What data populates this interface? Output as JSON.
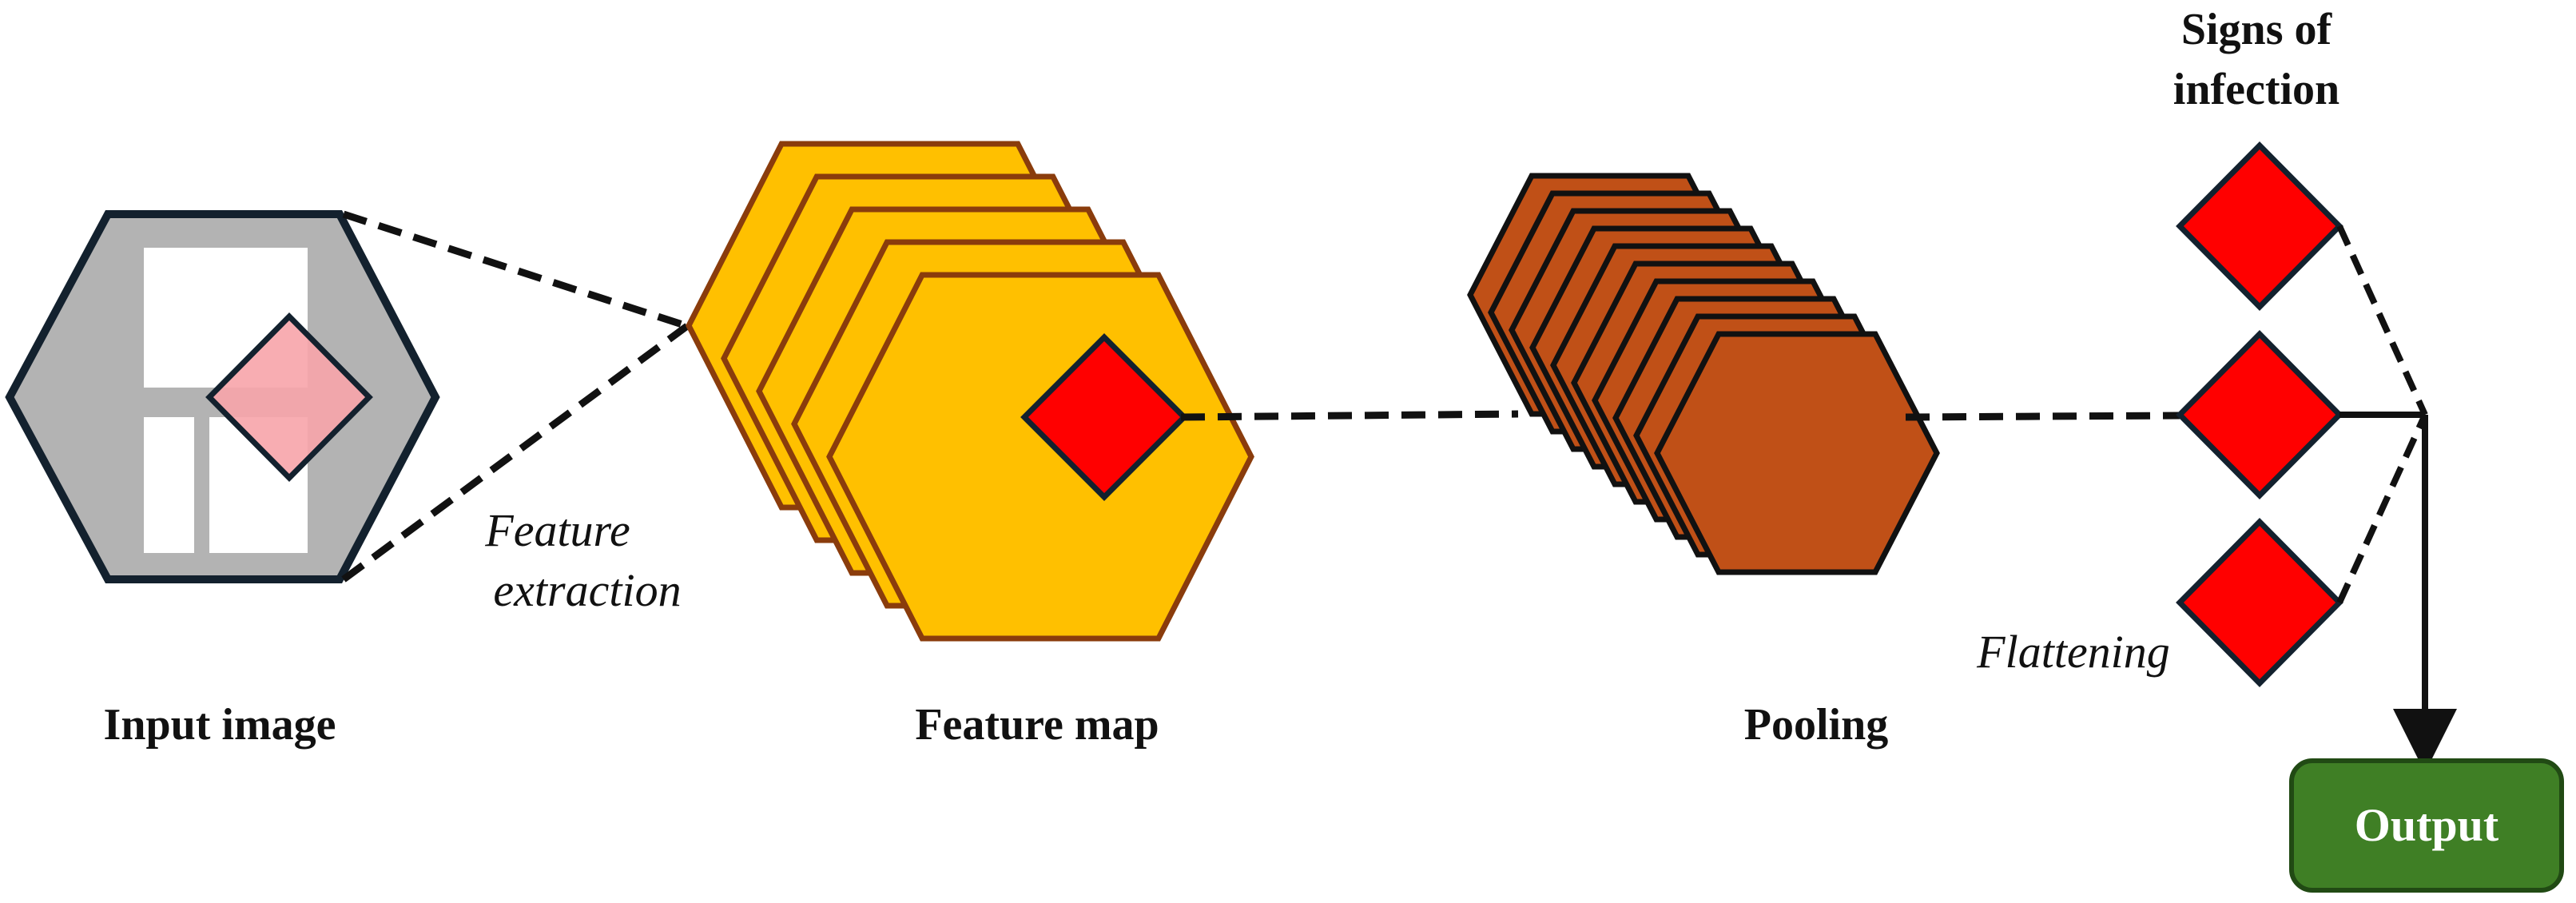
{
  "labels": {
    "input_image": "Input image",
    "feature_extraction_line1": "Feature",
    "feature_extraction_line2": "extraction",
    "feature_map": "Feature map",
    "pooling": "Pooling",
    "flattening": "Flattening",
    "signs_line1": "Signs of",
    "signs_line2": "infection",
    "output": "Output"
  },
  "colors": {
    "input_hex_fill": "#b3b3b3",
    "input_hex_stroke": "#13212e",
    "input_diamond": "#f7a4aa",
    "feature_map_fill": "#ffc000",
    "feature_map_stroke": "#8a3c0c",
    "pooling_fill": "#c05017",
    "pooling_stroke": "#111111",
    "diamond_red": "#ff0000",
    "output_fill": "#3f7f25",
    "output_stroke": "#214a14"
  },
  "icons": {
    "input": "image-with-diamond-icon",
    "feature_map": "stacked-hexagons-icon",
    "pooling": "stacked-hexagons-icon",
    "signs": "red-diamond-icon"
  }
}
